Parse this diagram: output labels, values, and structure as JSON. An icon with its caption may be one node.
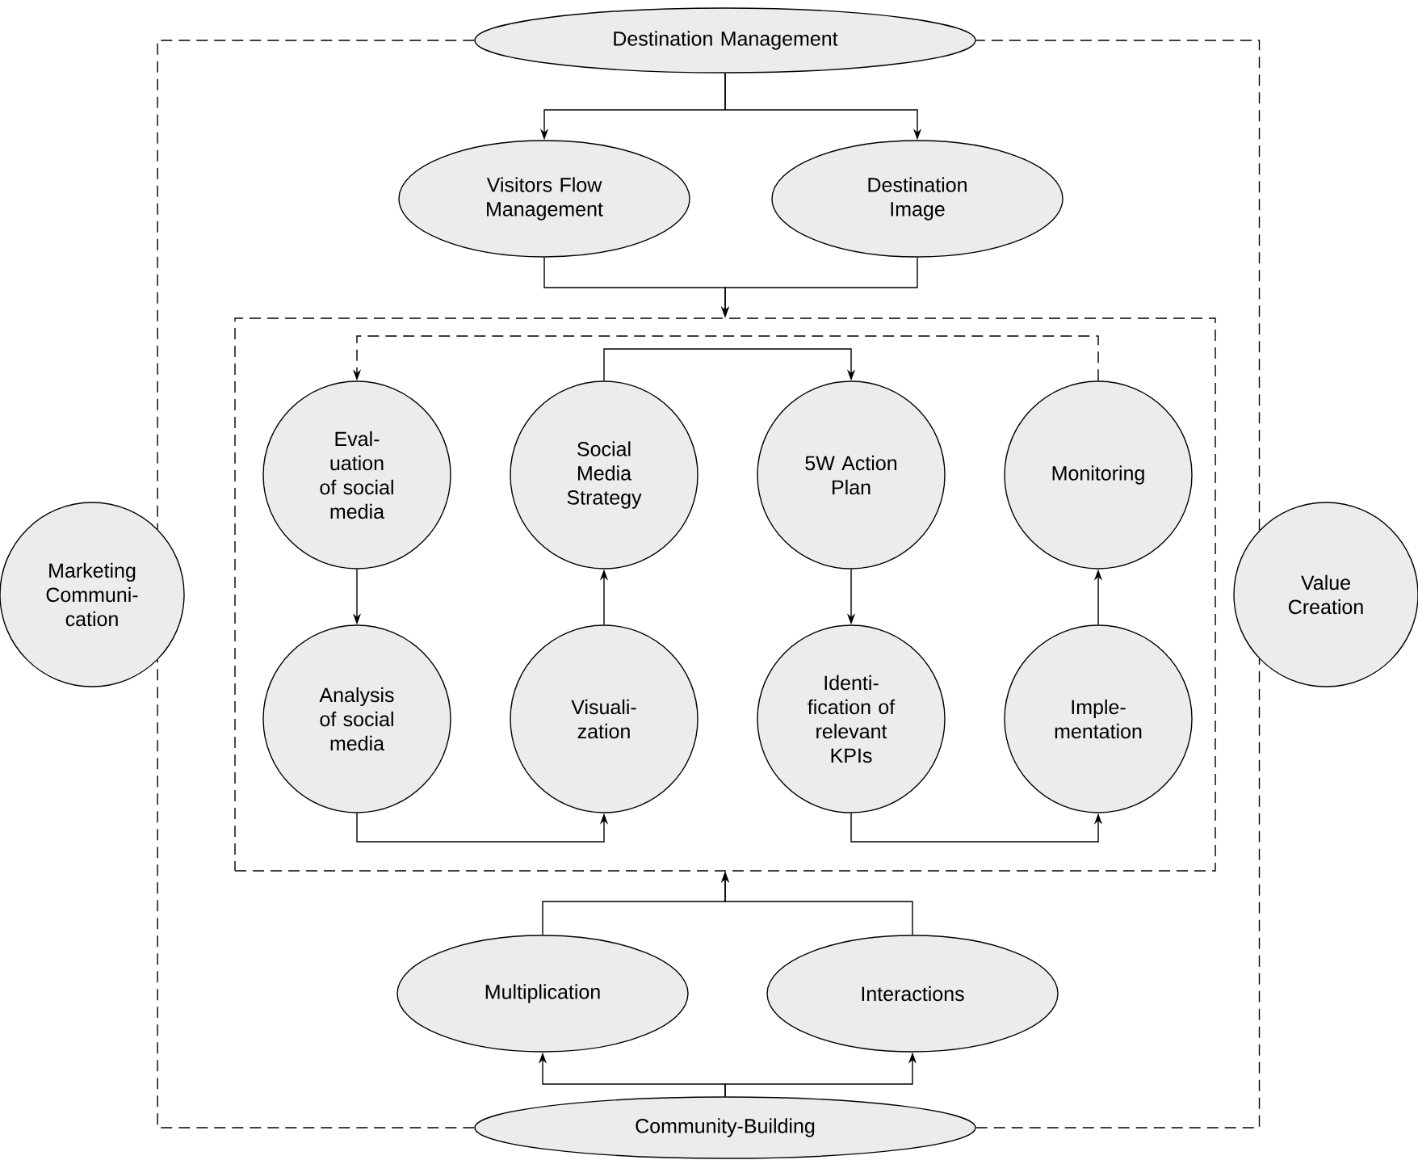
{
  "diagram": {
    "nodes": [
      {
        "text": [
          "Destination Management"
        ]
      },
      {
        "text": [
          "Visitors Flow Management"
        ]
      },
      {
        "text": [
          "Destination Image"
        ]
      },
      {
        "text": [],
        "shape": "box"
      },
      {
        "text": [
          "Eval-uation of social media"
        ],
        "in": 3
      },
      {
        "text": [
          "Social Media Strategy"
        ],
        "in": 3
      },
      {
        "text": [
          "5W Action Plan"
        ],
        "in": 3
      },
      {
        "text": [
          "Monitoring"
        ],
        "in": 3
      },
      {
        "text": [
          "Analysis of social media"
        ],
        "in": 3
      },
      {
        "text": [
          "Visuali-zation"
        ],
        "in": 3
      },
      {
        "text": [
          "Identi-fication of relevant KPIs"
        ],
        "in": 3
      },
      {
        "text": [
          "Imple-mentation"
        ],
        "in": 3
      },
      {
        "text": [
          "Marketing Communi-cation"
        ]
      },
      {
        "text": [
          "Value Creation"
        ]
      },
      {
        "text": [
          "Multiplication"
        ]
      },
      {
        "text": [
          "Interactions"
        ]
      },
      {
        "text": [
          "Community-Building"
        ]
      }
    ],
    "edges": [
      {
        "from": 0,
        "to": 1,
        "arrow": "to"
      },
      {
        "from": 0,
        "to": 2,
        "arrow": "to"
      },
      {
        "from": 1,
        "to": 3,
        "arrow": "to"
      },
      {
        "from": 2,
        "to": 3,
        "arrow": "to"
      },
      {
        "from": 7,
        "to": 4,
        "arrow": "to",
        "style": "dashed"
      },
      {
        "from": 4,
        "to": 8,
        "arrow": "to"
      },
      {
        "from": 5,
        "to": 6,
        "arrow": "to"
      },
      {
        "from": 6,
        "to": 10,
        "arrow": "to"
      },
      {
        "from": 9,
        "to": 5,
        "arrow": "to"
      },
      {
        "from": 11,
        "to": 7,
        "arrow": "to"
      },
      {
        "from": 8,
        "to": 9,
        "arrow": "to"
      },
      {
        "from": 10,
        "to": 11,
        "arrow": "to"
      },
      {
        "from": 14,
        "to": 3,
        "arrow": "to"
      },
      {
        "from": 15,
        "to": 3,
        "arrow": "to"
      },
      {
        "from": 16,
        "to": 14,
        "arrow": "to"
      },
      {
        "from": 16,
        "to": 15,
        "arrow": "to"
      },
      {
        "from": 0,
        "to": 12,
        "arrow": "none",
        "style": "dashed"
      },
      {
        "from": 12,
        "to": 16,
        "arrow": "none",
        "style": "dashed"
      },
      {
        "from": 16,
        "to": 13,
        "arrow": "none",
        "style": "dashed"
      },
      {
        "from": 13,
        "to": 0,
        "arrow": "none",
        "style": "dashed"
      }
    ]
  }
}
